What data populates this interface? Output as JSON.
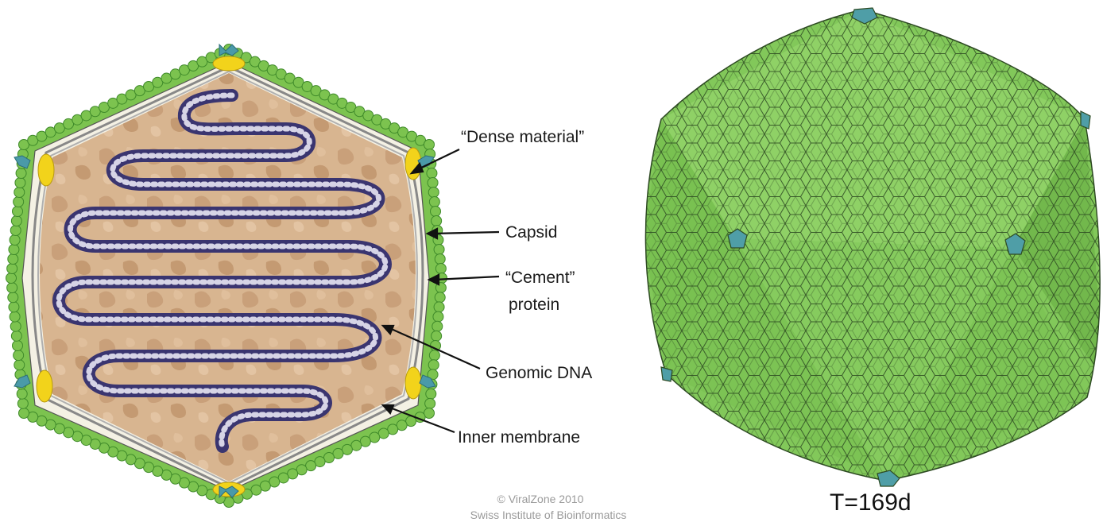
{
  "left_diagram": {
    "labels": {
      "dense_material": "“Dense material”",
      "capsid": "Capsid",
      "cement_line1": "“Cement”",
      "cement_line2": "protein",
      "genomic_dna": "Genomic DNA",
      "inner_membrane": "Inner membrane"
    },
    "colors": {
      "capsid_green": "#7cc34f",
      "capsid_edge": "#3f8a2a",
      "dense_material_yellow": "#f2d31b",
      "vertex_blue": "#4a9aa8",
      "membrane": "#a8a8a8",
      "interior": "#d7b38f",
      "dna": "#3a3570"
    }
  },
  "copyright": {
    "line1": "© ViralZone 2010",
    "line2": "Swiss Institute of Bioinformatics"
  },
  "right_diagram": {
    "triangulation_label": "T=169d",
    "colors": {
      "face_green": "#82c85a",
      "face_light": "#92d46a",
      "face_shade": "#6fb548",
      "edge": "#2d4a22",
      "pentamer": "#4f9ea7"
    }
  }
}
